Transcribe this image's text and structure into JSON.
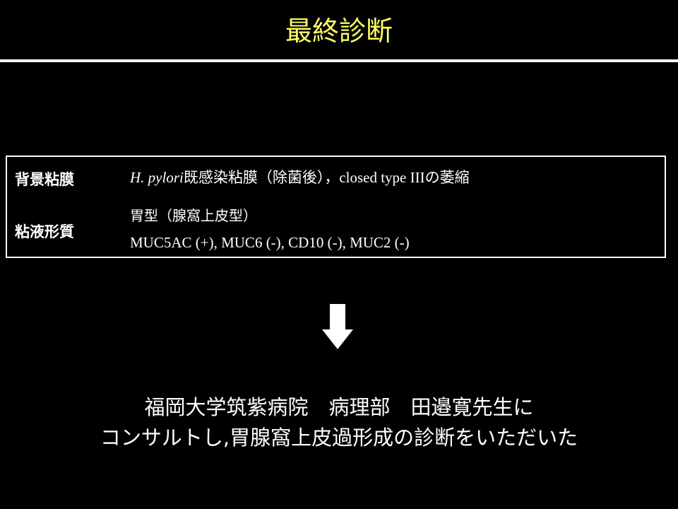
{
  "title": "最終診断",
  "colors": {
    "background": "#000000",
    "title": "#ffff66",
    "text": "#ffffff"
  },
  "table": {
    "rows": [
      {
        "label": "背景粘膜",
        "value_italic": "H. pylori",
        "value_rest": "既感染粘膜（除菌後），closed type IIIの萎縮"
      },
      {
        "label": "粘液形質",
        "value_line1": "胃型（腺窩上皮型）",
        "value_line2": "MUC5AC (+), MUC6 (-), CD10 (-), MUC2 (-)"
      }
    ]
  },
  "arrow_icon": "down-arrow-icon",
  "footer": {
    "line1": "福岡大学筑紫病院　病理部　田邉寛先生に",
    "line2": "コンサルトし,胃腺窩上皮過形成の診断をいただいた"
  }
}
